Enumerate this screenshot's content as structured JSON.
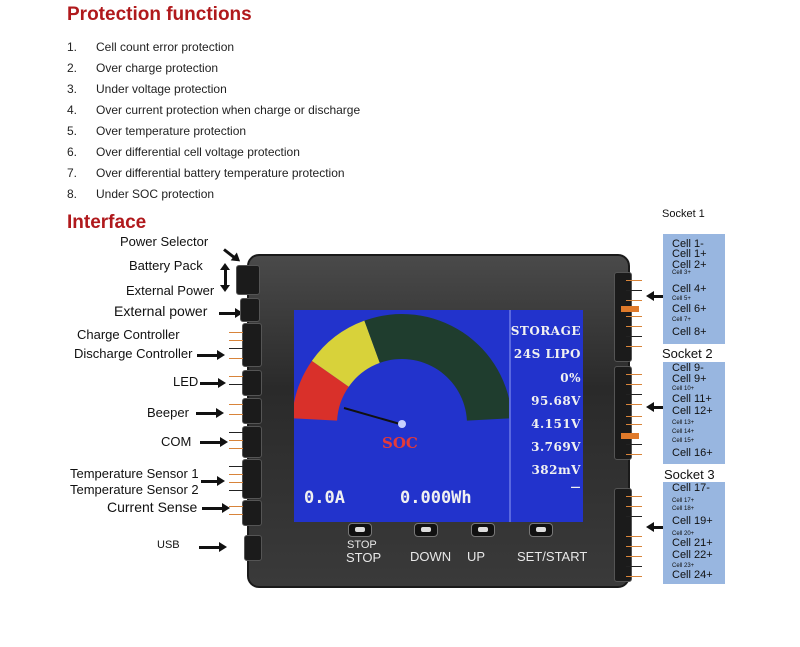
{
  "protection": {
    "title": "Protection functions",
    "items": [
      {
        "num": "1.",
        "text": "Cell count error protection"
      },
      {
        "num": "2.",
        "text": "Over charge protection"
      },
      {
        "num": "3.",
        "text": "Under voltage protection"
      },
      {
        "num": "4.",
        "text": "Over current protection when charge or discharge"
      },
      {
        "num": "5.",
        "text": "Over temperature protection"
      },
      {
        "num": "6.",
        "text": "Over differential cell voltage protection"
      },
      {
        "num": "7.",
        "text": "Over differential battery temperature protection"
      },
      {
        "num": "8.",
        "text": "Under SOC protection"
      }
    ]
  },
  "interface": {
    "title": "Interface",
    "labels": {
      "power_selector": "Power Selector",
      "battery_pack": "Battery Pack",
      "external_power_1": "External Power",
      "external_power_2": "External power",
      "charge_controller": "Charge Controller",
      "discharge_controller": "Discharge Controller",
      "led": "LED",
      "beeper": "Beeper",
      "com": "COM",
      "temp_sensor_1": "Temperature Sensor 1",
      "temp_sensor_2": "Temperature Sensor 2",
      "current_sense": "Current Sense",
      "usb": "USB"
    },
    "screen": {
      "mode": "STORAGE",
      "battery": "24S LIPO",
      "percent": "0%",
      "voltage": "95.68V",
      "cell_max": "4.151V",
      "cell_min": "3.769V",
      "delta": "382mV",
      "dash": "—",
      "current": "0.0A",
      "energy": "0.000Wh",
      "gauge_label": "SOC",
      "gauge_value": 0
    },
    "buttons": {
      "stop_1": "STOP",
      "stop_2": "STOP",
      "down": "DOWN",
      "up": "UP",
      "set_start": "SET/START"
    },
    "sockets": {
      "s1_title": "Socket 1",
      "s2_title": "Socket 2",
      "s3_title": "Socket 3",
      "s1": [
        "Cell 1-",
        "Cell 1+",
        "Cell 2+",
        "Cell 3+",
        "Cell 4+",
        "Cell 5+",
        "Cell 6+",
        "Cell 7+",
        "Cell 8+"
      ],
      "s2": [
        "Cell 9-",
        "Cell 9+",
        "Cell 10+",
        "Cell 11+",
        "Cell 12+",
        "Cell 13+",
        "Cell 14+",
        "Cell 15+",
        "Cell 16+"
      ],
      "s3": [
        "Cell 17-",
        "Cell 17+",
        "Cell 18+",
        "Cell 19+",
        "Cell 20+",
        "Cell 21+",
        "Cell 22+",
        "Cell 23+",
        "Cell 24+"
      ]
    },
    "colors": {
      "heading": "#b0191c",
      "screen_bg": "#2233cc",
      "socket_bg": "#98b6e0",
      "gauge_red": "#d9302a",
      "gauge_yellow": "#d8d23a",
      "gauge_dark": "#1f3d2e",
      "pin_orange": "#d8843a"
    }
  }
}
